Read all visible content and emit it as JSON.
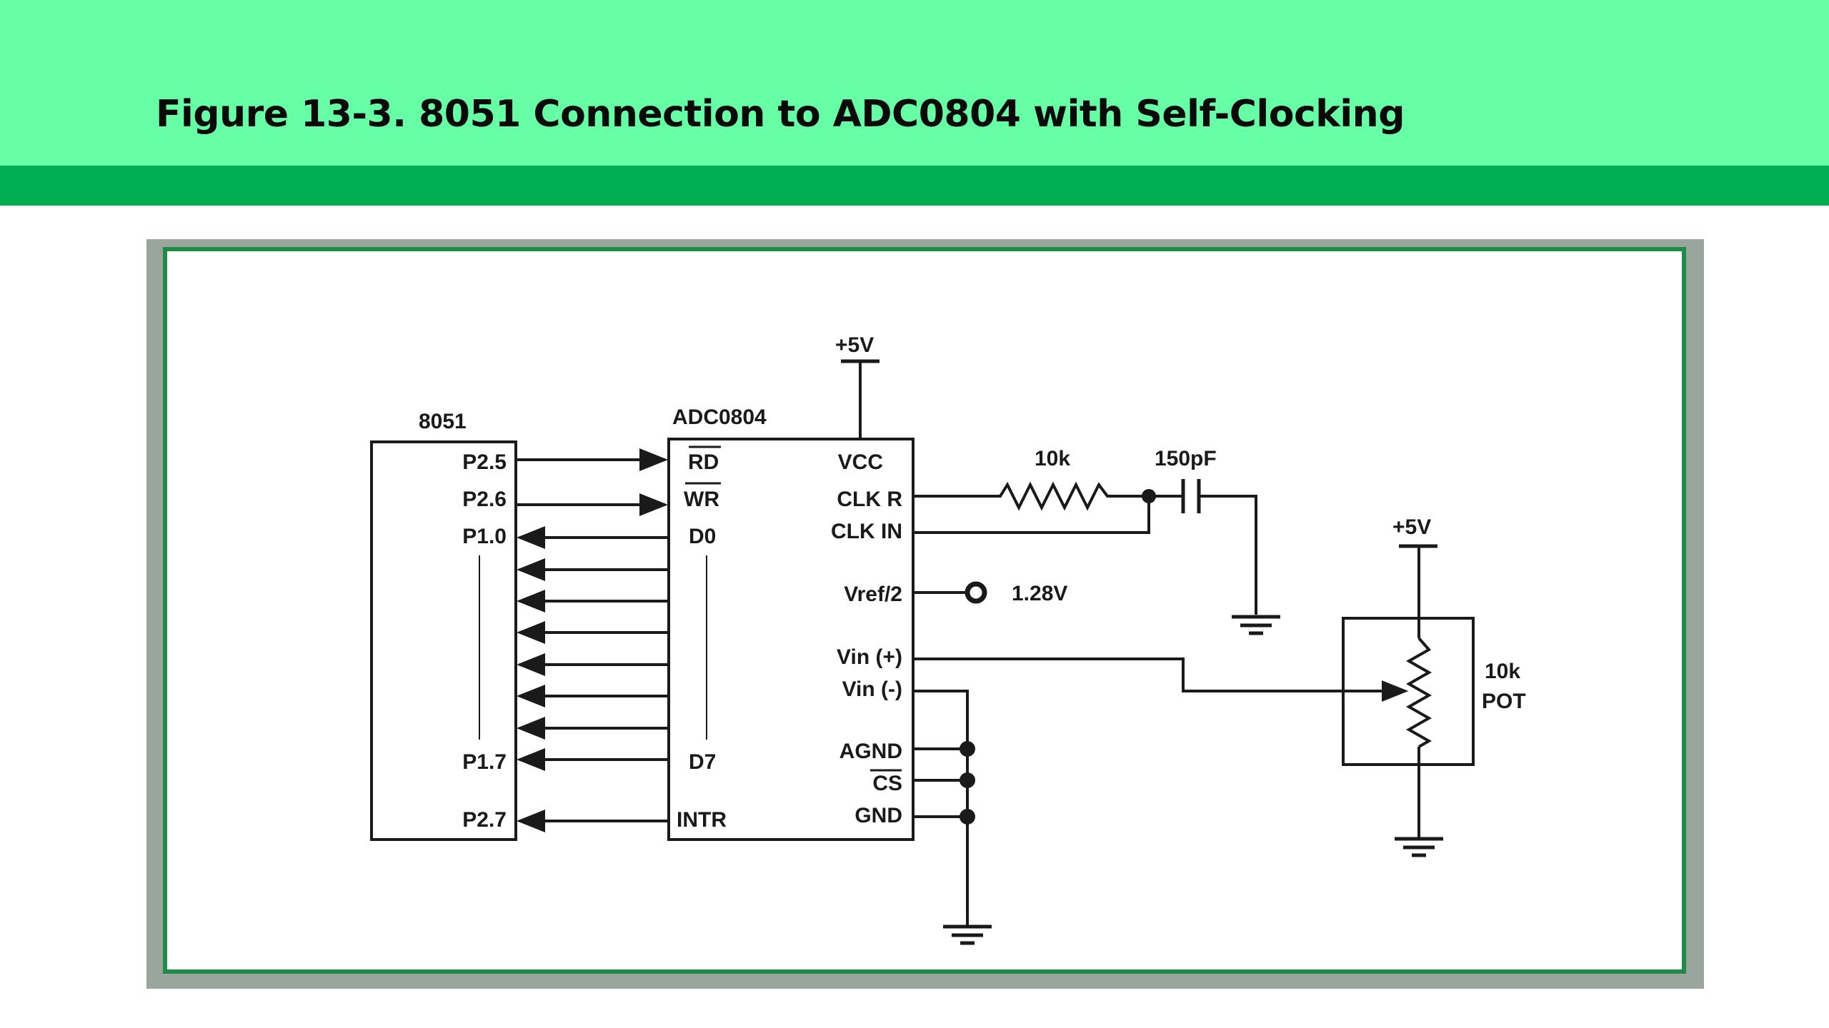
{
  "slide": {
    "title": "Figure 13-3. 8051 Connection to ADC0804 with Self-Clocking"
  },
  "colors": {
    "header": "#66ffa6",
    "band": "#00ad50",
    "frame_border": "#1e8c46",
    "wire": "#1a1a1a"
  },
  "diagram": {
    "mcu": {
      "name": "8051",
      "pins": [
        "P2.5",
        "P2.6",
        "P1.0",
        "P1.7",
        "P2.7"
      ]
    },
    "adc": {
      "name": "ADC0804",
      "left_pins": [
        "RD",
        "WR",
        "D0",
        "D7",
        "INTR"
      ],
      "right_pins": [
        "VCC",
        "CLK R",
        "CLK IN",
        "Vref/2",
        "Vin (+)",
        "Vin (-)",
        "AGND",
        "CS",
        "GND"
      ]
    },
    "supply_adc": "+5V",
    "supply_pot": "+5V",
    "resistor": "10k",
    "capacitor": "150pF",
    "vref_value": "1.28V",
    "pot_label_1": "10k",
    "pot_label_2": "POT"
  }
}
